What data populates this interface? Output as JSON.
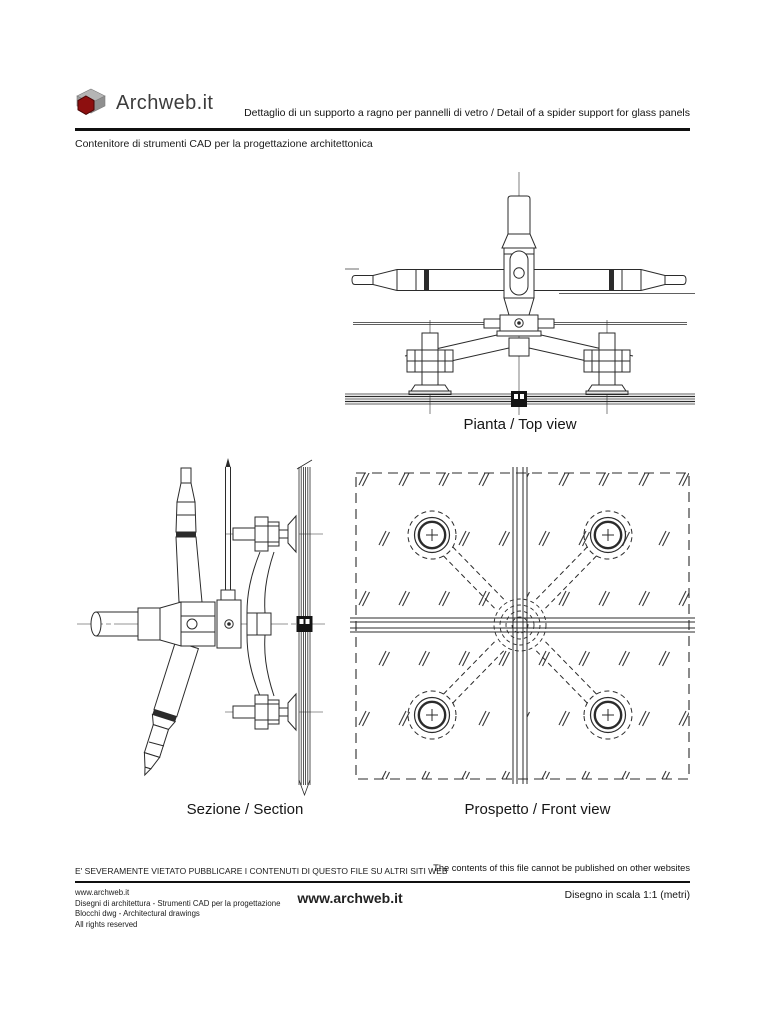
{
  "header": {
    "logo_text": "Archweb.it",
    "title": "Dettaglio di un supporto a ragno per pannelli di vetro  /  Detail of a spider support for glass panels",
    "subtitle": "Contenitore di strumenti CAD per la progettazione architettonica"
  },
  "drawings": {
    "top_view_label": "Pianta  /  Top view",
    "section_label": "Sezione / Section",
    "front_view_label": "Prospetto  /  Front view"
  },
  "footer": {
    "notice_it": "E' SEVERAMENTE VIETATO PUBBLICARE I CONTENUTI DI QUESTO FILE SU ALTRI SITI WEB",
    "notice_en": "The contents of this file cannot be published on other websites",
    "left_lines": [
      "www.archweb.it",
      "Disegni di architettura - Strumenti CAD  per la progettazione",
      "Blocchi dwg - Architectural drawings",
      "All rights reserved"
    ],
    "center_site": "www.archweb.it",
    "scale_note": "Disegno in scala 1:1 (metri)"
  },
  "colors": {
    "line": "#2b2b2b",
    "logo_red": "#8d0f0f",
    "logo_gray": "#a8a8a8"
  }
}
